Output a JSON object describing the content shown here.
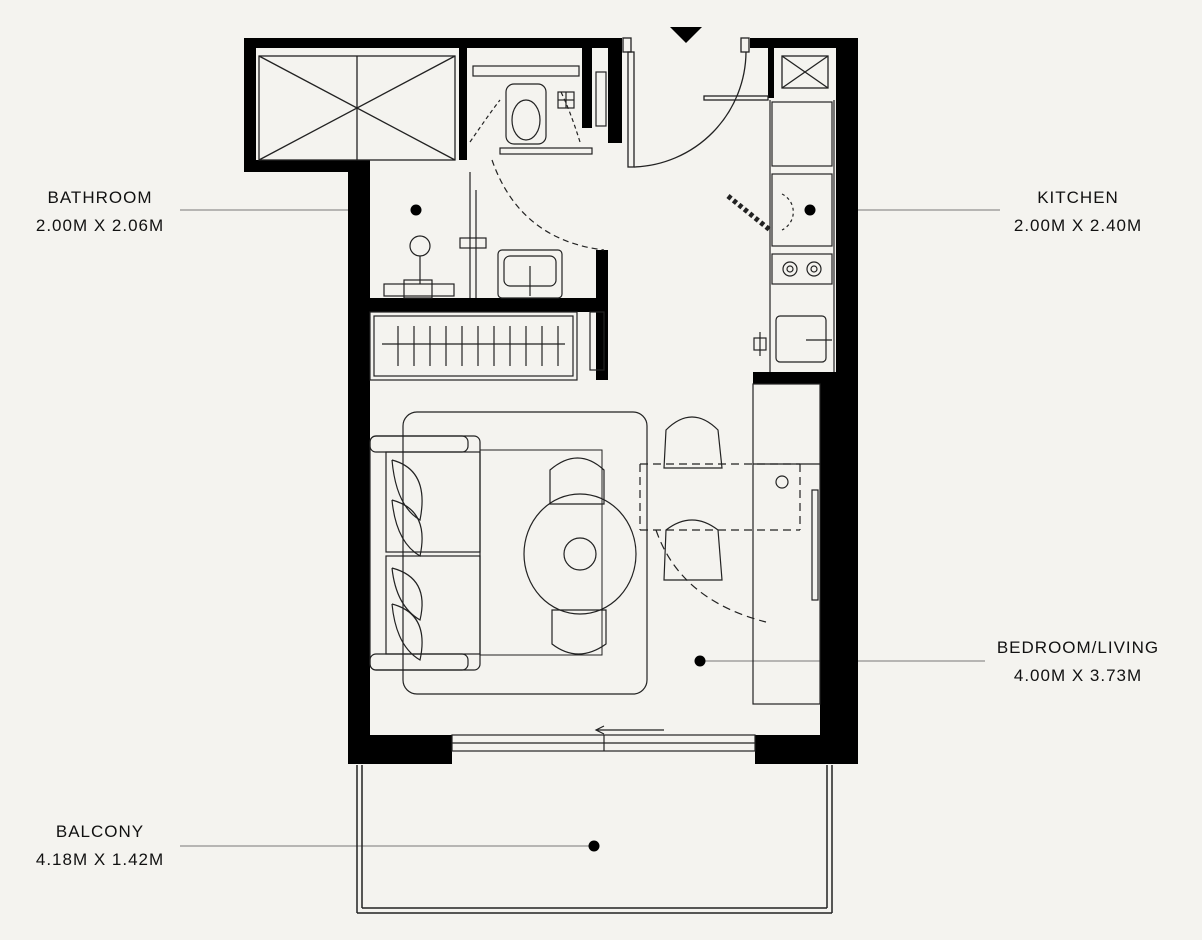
{
  "rooms": {
    "bathroom": {
      "name": "BATHROOM",
      "size": "2.00M X 2.06M"
    },
    "kitchen": {
      "name": "KITCHEN",
      "size": "2.00M X 2.40M"
    },
    "bedroom_living": {
      "name": "BEDROOM/LIVING",
      "size": "4.00M X 3.73M"
    },
    "balcony": {
      "name": "BALCONY",
      "size": "4.18M X 1.42M"
    }
  },
  "colors": {
    "background": "#f4f3ef",
    "wall": "#000000",
    "line": "#333333"
  }
}
